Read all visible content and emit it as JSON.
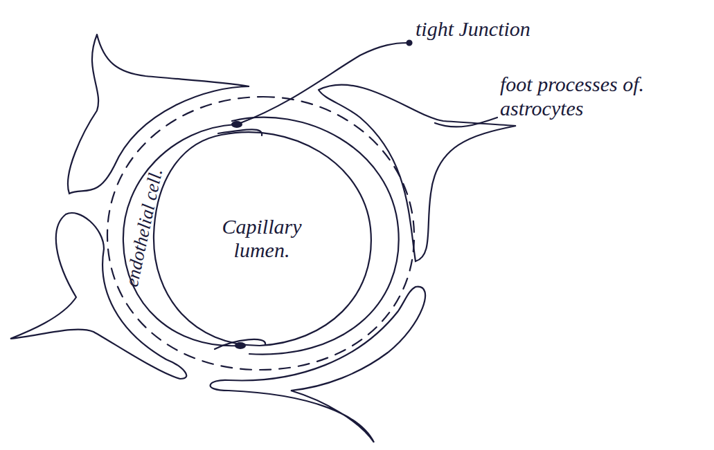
{
  "diagram": {
    "nodes": [
      {
        "text": [
          "Capillary lumen."
        ]
      }
    ],
    "labels": [
      "tight Junction",
      "foot processes of. astrocytes",
      "endothelial cell."
    ]
  }
}
